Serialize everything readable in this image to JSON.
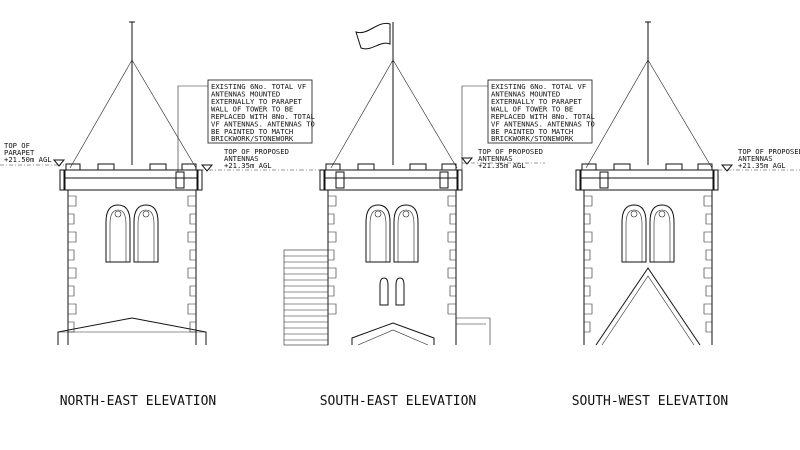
{
  "elevations": [
    {
      "title": "NORTH-EAST ELEVATION"
    },
    {
      "title": "SOUTH-EAST ELEVATION"
    },
    {
      "title": "SOUTH-WEST ELEVATION"
    }
  ],
  "notes": {
    "existing_antennas": [
      "EXISTING 6No. TOTAL VF",
      "ANTENNAS MOUNTED",
      "EXTERNALLY TO PARAPET",
      "WALL OF TOWER TO BE",
      "REPLACED WITH 8No. TOTAL",
      "VF ANTENNAS. ANTENNAS TO",
      "BE PAINTED TO MATCH",
      "BRICKWORK/STONEWORK"
    ]
  },
  "levels": {
    "parapet": {
      "lines": [
        "TOP OF",
        "PARAPET"
      ],
      "value": "+21.50m AGL"
    },
    "proposed": {
      "lines": [
        "TOP OF PROPOSED",
        "ANTENNAS"
      ],
      "value": "+21.35m AGL"
    }
  }
}
